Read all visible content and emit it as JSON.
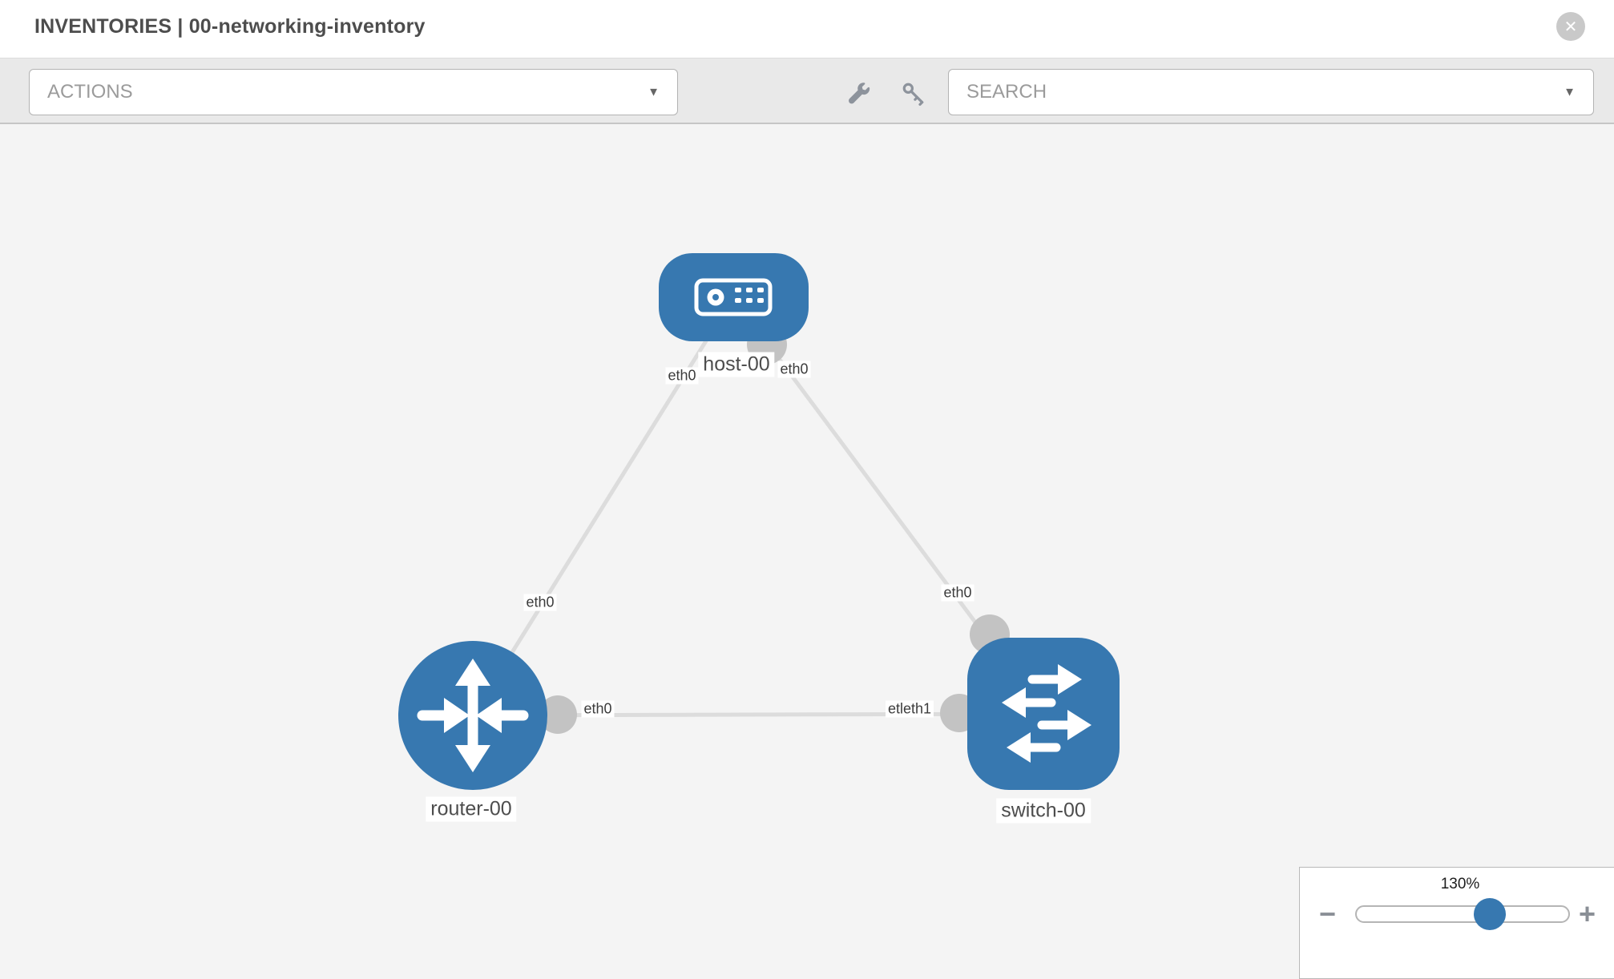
{
  "header": {
    "title": "INVENTORIES | 00-networking-inventory",
    "close_glyph": "✕"
  },
  "toolbar": {
    "actions_label": "ACTIONS",
    "search_label": "SEARCH",
    "caret_glyph": "▼",
    "icons": [
      "wrench-icon",
      "key-icon"
    ]
  },
  "topology": {
    "nodes": [
      {
        "id": "host-00",
        "type": "host",
        "label": "host-00"
      },
      {
        "id": "router-00",
        "type": "router",
        "label": "router-00"
      },
      {
        "id": "switch-00",
        "type": "switch",
        "label": "switch-00"
      }
    ],
    "links": [
      {
        "source": "host-00",
        "target": "router-00"
      },
      {
        "source": "host-00",
        "target": "switch-00"
      },
      {
        "source": "router-00",
        "target": "switch-00"
      }
    ],
    "labels": {
      "host": "host-00",
      "router": "router-00",
      "switch": "switch-00",
      "host_left_if": "eth0",
      "host_right_if": "eth0",
      "router_top_if": "eth0",
      "switch_top_if": "eth0",
      "router_right_if": "eth0",
      "switch_left_if": "etleth1"
    }
  },
  "zoom_control": {
    "level": "130%",
    "minus_glyph": "−",
    "plus_glyph": "+",
    "slider_percent": 63
  },
  "colors": {
    "node_blue": "#3778b0",
    "link_gray": "#dcdcdc",
    "port_gray": "#c3c3c3",
    "canvas_bg": "#f4f4f4",
    "accent_text": "#4d4d4d"
  }
}
